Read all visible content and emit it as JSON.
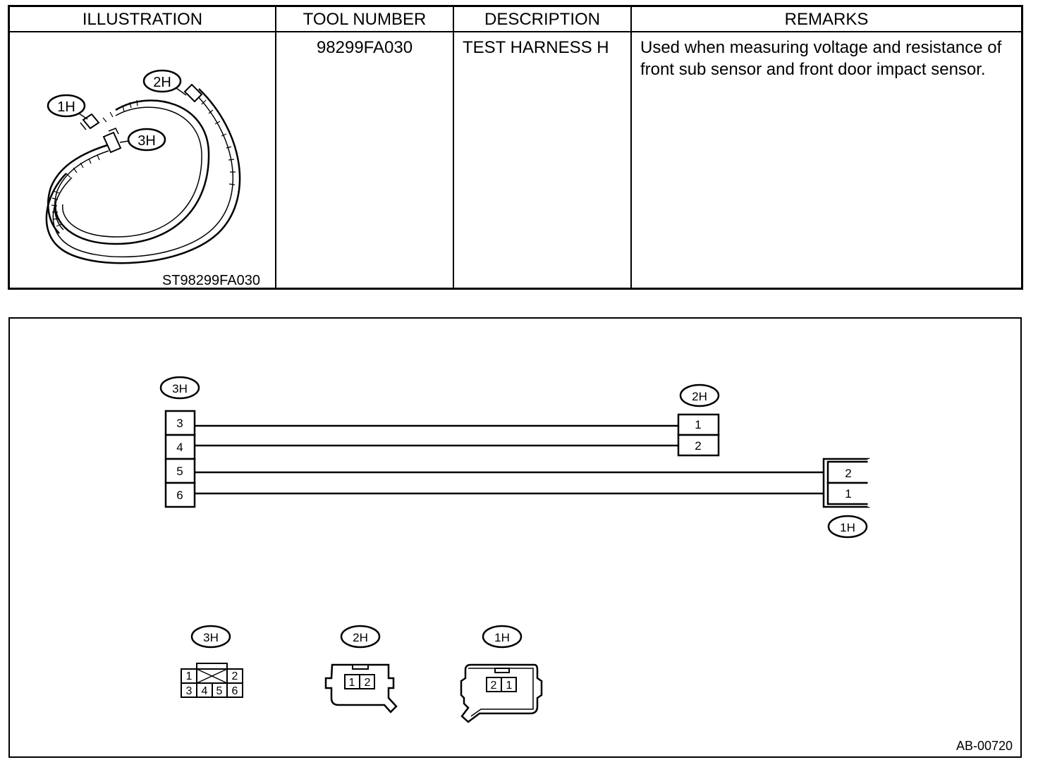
{
  "table": {
    "headers": {
      "illustration": "ILLUSTRATION",
      "tool_number": "TOOL NUMBER",
      "description": "DESCRIPTION",
      "remarks": "REMARKS"
    },
    "row": {
      "tool_number": "98299FA030",
      "description": "TEST HARNESS H",
      "remarks": "Used when measuring voltage and resistance of front sub sensor and front door impact sensor.",
      "illustration_code": "ST98299FA030"
    },
    "illustration_labels": {
      "a": "1H",
      "b": "2H",
      "c": "3H"
    }
  },
  "diagram": {
    "connectors": {
      "c3h": {
        "label": "3H",
        "pins": [
          "3",
          "4",
          "5",
          "6"
        ]
      },
      "c2h": {
        "label": "2H",
        "pins": [
          "1",
          "2"
        ]
      },
      "c1h": {
        "label": "1H",
        "pins": [
          "2",
          "1"
        ]
      }
    },
    "faces": {
      "face3h": {
        "label": "3H",
        "top_pins": [
          "1",
          "2"
        ],
        "bottom_pins": [
          "3",
          "4",
          "5",
          "6"
        ]
      },
      "face2h": {
        "label": "2H",
        "pins": [
          "1",
          "2"
        ]
      },
      "face1h": {
        "label": "1H",
        "pins": [
          "2",
          "1"
        ]
      }
    },
    "figure_code": "AB-00720"
  }
}
